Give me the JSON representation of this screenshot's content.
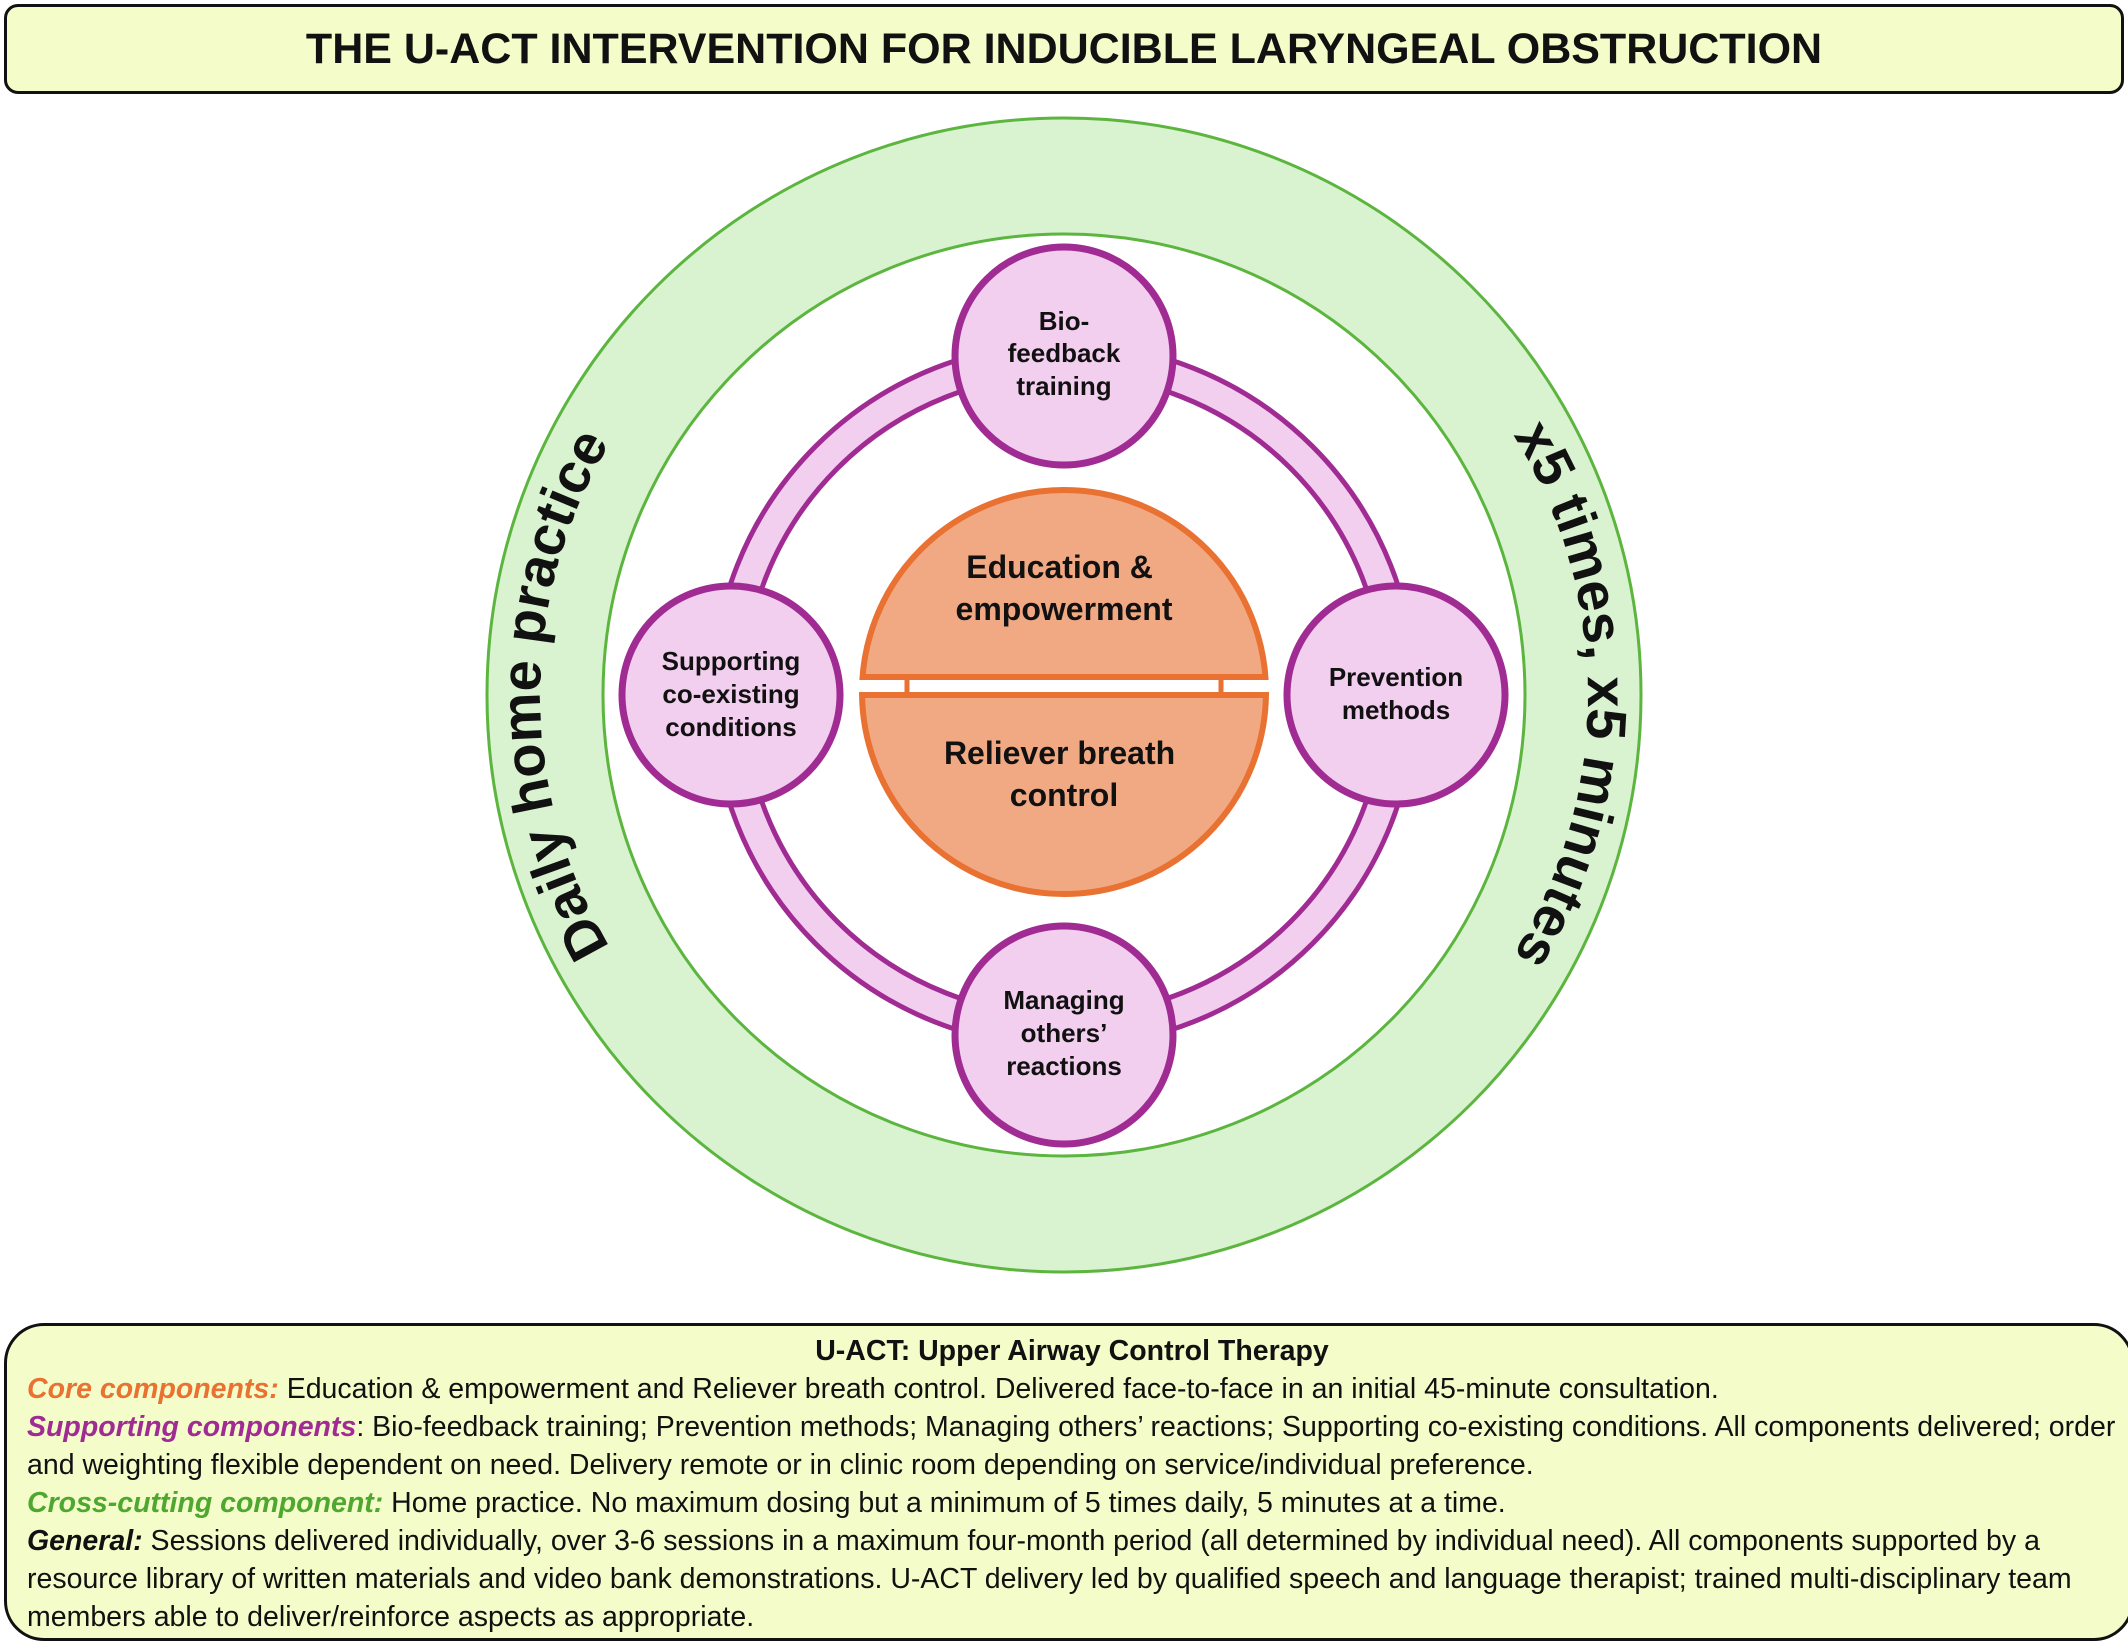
{
  "title": "THE U-ACT INTERVENTION FOR INDUCIBLE LARYNGEAL OBSTRUCTION",
  "outer_ring": {
    "left_text": "Daily home practice",
    "right_text": "x5 times, x5 minutes",
    "fill": "#d9f2d0",
    "stroke": "#5cb53e"
  },
  "supporting_nodes": {
    "fill": "#f2ceef",
    "stroke": "#a02b93",
    "top": [
      "Bio-",
      "feedback",
      "training"
    ],
    "right": [
      "Prevention",
      "methods"
    ],
    "bottom": [
      "Managing",
      "others’",
      "reactions"
    ],
    "left": [
      "Supporting",
      "co-existing",
      "conditions"
    ]
  },
  "core": {
    "fill": "#f1a984",
    "stroke": "#e97132",
    "upper": [
      "Education &",
      "empowerment"
    ],
    "lower": [
      "Reliever breath",
      "control"
    ]
  },
  "legend": {
    "title": "U-ACT: Upper Airway Control Therapy",
    "core_label": "Core components:",
    "core_text": " Education & empowerment and Reliever breath control. Delivered face-to-face in an initial 45-minute consultation.",
    "supporting_label": "Supporting components",
    "supporting_text": ":  Bio-feedback training; Prevention methods; Managing others’ reactions; Supporting co-existing conditions. All components delivered; order and weighting flexible dependent on need. Delivery remote or in clinic room depending on service/individual preference.",
    "cross_label": "Cross-cutting component:",
    "cross_text": " Home practice. No maximum dosing but a minimum of 5 times daily, 5 minutes at a time.",
    "general_label": "General:",
    "general_text": " Sessions delivered individually, over 3-6 sessions in a maximum four-month period (all determined by individual need). All components supported by a resource library of written materials and video bank demonstrations. U-ACT delivery led by qualified speech and language therapist; trained  multi-disciplinary team members able to deliver/reinforce aspects as appropriate.",
    "colors": {
      "core": "#e97132",
      "supporting": "#a02b93",
      "cross": "#4ea72e"
    }
  }
}
